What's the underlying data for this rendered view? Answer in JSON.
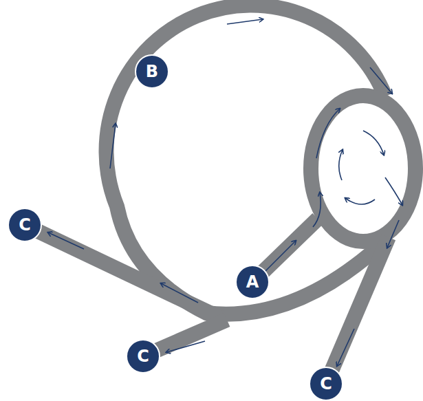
{
  "diagram": {
    "nodes": [
      {
        "text": [
          "B"
        ]
      },
      {
        "text": [
          "C"
        ]
      },
      {
        "text": [
          "A"
        ]
      },
      {
        "text": [
          "C"
        ]
      },
      {
        "text": [
          "C"
        ]
      }
    ]
  }
}
